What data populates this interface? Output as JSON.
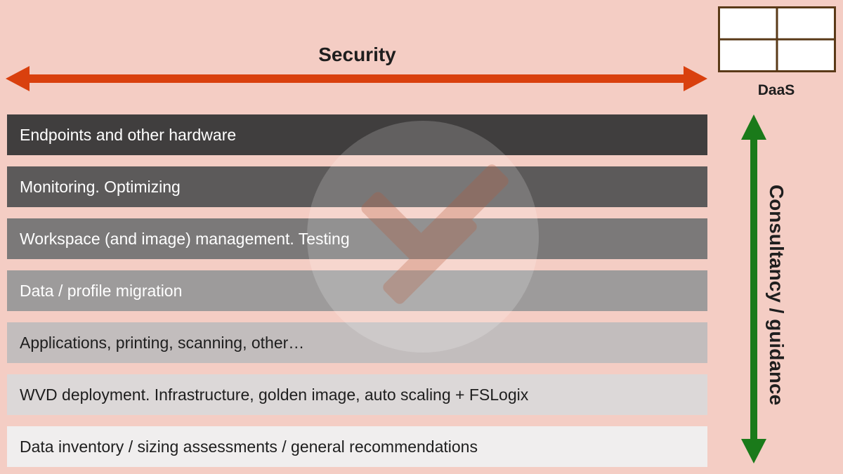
{
  "security": {
    "label": "Security",
    "arrow_color": "#d9400e"
  },
  "daas": {
    "label": "DaaS",
    "icon": "window-grid-icon",
    "frame_color": "#5a3a18"
  },
  "consultancy": {
    "label": "Consultancy / guidance",
    "arrow_color": "#1a7a1a"
  },
  "watermark": {
    "icon": "remote-desktop-logo"
  },
  "layers": [
    {
      "label": "Endpoints and other hardware",
      "bg": "#403e3e",
      "fg": "#ffffff"
    },
    {
      "label": "Monitoring. Optimizing",
      "bg": "#5c5a5a",
      "fg": "#ffffff"
    },
    {
      "label": "Workspace (and image) management. Testing",
      "bg": "#7b7979",
      "fg": "#ffffff"
    },
    {
      "label": "Data / profile migration",
      "bg": "#9d9b9b",
      "fg": "#ffffff"
    },
    {
      "label": "Applications, printing, scanning, other…",
      "bg": "#c2bdbd",
      "fg": "#1e1e1e"
    },
    {
      "label": "WVD deployment. Infrastructure, golden image, auto scaling + FSLogix",
      "bg": "#dcd8d8",
      "fg": "#1e1e1e"
    },
    {
      "label": "Data inventory / sizing assessments / general recommendations",
      "bg": "#f0eeee",
      "fg": "#1e1e1e"
    }
  ]
}
